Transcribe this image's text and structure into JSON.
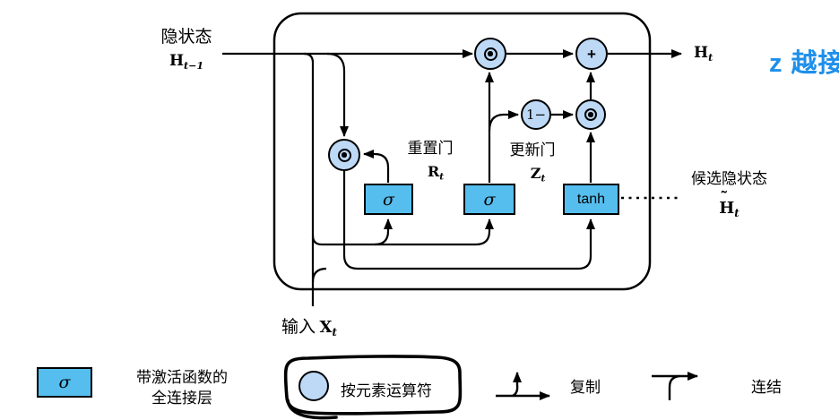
{
  "colors": {
    "fc_box_fill": "#55beee",
    "op_circle_fill": "#bdd9f6",
    "annotation_blue": "#1e8feb",
    "line": "#000000"
  },
  "labels": {
    "hidden_state": "隐状态",
    "input": "输入",
    "reset_gate": "重置门",
    "update_gate": "更新门",
    "candidate_state": "候选隐状态",
    "annotation": "z 越接"
  },
  "math": {
    "h_prev": {
      "base": "H",
      "sub": "t−1"
    },
    "h_t": {
      "base": "H",
      "sub": "t"
    },
    "x_t": {
      "base": "X",
      "sub": "t"
    },
    "r_t": {
      "base": "R",
      "sub": "t"
    },
    "z_t": {
      "base": "Z",
      "sub": "t"
    },
    "h_tilde": {
      "tilde": "˜",
      "base": "H",
      "sub": "t"
    }
  },
  "nodes": {
    "fc_sigma_reset": "σ",
    "fc_sigma_update": "σ",
    "fc_tanh": "tanh",
    "op_add": "+",
    "op_one_minus": "1−"
  },
  "legend": {
    "fc_symbol": "σ",
    "fc_line1": "带激活函数的",
    "fc_line2": "全连接层",
    "elementwise": "按元素运算符",
    "copy": "复制",
    "concat": "连结"
  }
}
